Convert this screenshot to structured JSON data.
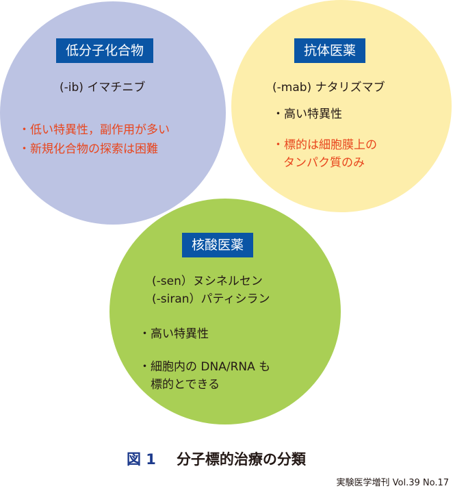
{
  "small_molecule": {
    "label": "低分子化合物",
    "example": "(-ib) イマチニブ",
    "points": [
      "・低い特異性，副作用が多い",
      "・新規化合物の探索は困難"
    ]
  },
  "antibody": {
    "label": "抗体医薬",
    "example": "(-mab) ナタリズマブ",
    "point1": "・高い特異性",
    "point2_line1": "・標的は細胞膜上の",
    "point2_line2": "タンパク質のみ"
  },
  "nucleic_acid": {
    "label": "核酸医薬",
    "examples": [
      "(-sen）ヌシネルセン",
      "(-siran）パティシラン"
    ],
    "point1": "・高い特異性",
    "point2_line1": "・細胞内の DNA/RNA も",
    "point2_line2": "標的とできる"
  },
  "caption": {
    "figure": "図 1",
    "title": "分子標的治療の分類",
    "source": "実験医学増刊 Vol.39 No.17"
  },
  "colors": {
    "small_molecule": "#bcc3e3",
    "antibody": "#fdeeab",
    "nucleic_acid": "#a9cf55",
    "label": "#0a55a5",
    "highlight": "#e8461e"
  }
}
